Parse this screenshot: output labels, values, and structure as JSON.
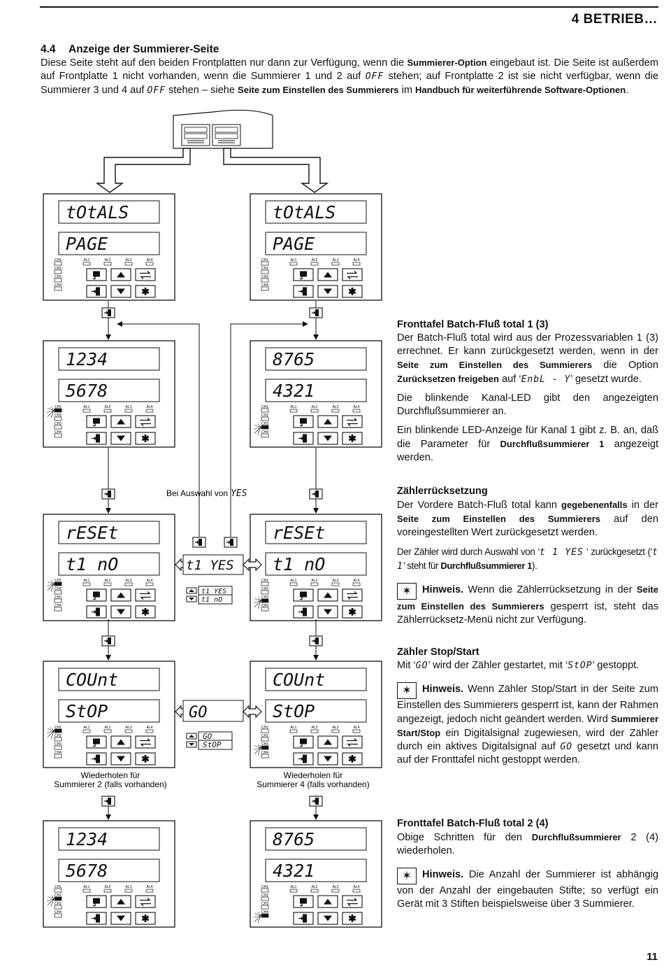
{
  "header": {
    "title": "4  BETRIEB…"
  },
  "section": {
    "number": "4.4",
    "title": "Anzeige der Summierer-Seite"
  },
  "intro": {
    "p1": "Diese Seite steht auf den beiden Frontplatten nur dann zur Verfügung, wenn die ",
    "b1": "Summierer-Option",
    "p2": " eingebaut ist. Die Seite ist außerdem auf Frontplatte 1 nicht vorhanden, wenn die Summierer 1 und 2 auf ",
    "m1": "OFF",
    "p3": " stehen; auf Frontplatte 2 ist sie nicht verfügbar, wenn die Summierer 3 und 4 auf ",
    "m2": "OFF",
    "p4": " stehen – siehe ",
    "b2": "Seite zum Einstellen des Summierers",
    "p5": " im ",
    "b3": "Handbuch für weiterführende Software-Optionen",
    "p6": "."
  },
  "diagram": {
    "totals_top": "tOtALS",
    "totals_bottom": "PAGE",
    "left_val_top": "1234",
    "left_val_bottom": "5678",
    "right_val_top": "8765",
    "right_val_bottom": "4321",
    "reset_top": "rESEt",
    "reset_bottom": "t1  nO",
    "reset_middle": "t1 YES",
    "reset_opt1": "t1 YES",
    "reset_opt2": "t1 nO",
    "count_top": "COUnt",
    "count_bottom": "StOP",
    "count_middle": "GO",
    "count_opt1": "GO",
    "count_opt2": "StOP",
    "yes_label": "Bei Auswahl von",
    "yes_code": "YES",
    "repeat_left": [
      "Wiederholen für",
      "Summierer 2 (falls vorhanden)"
    ],
    "repeat_right": [
      "Wiederholen für",
      "Summierer 4 (falls vorhanden)"
    ],
    "led_labels": [
      "CH1",
      "CH2",
      "CH3",
      "CH4"
    ],
    "alarm_labels": [
      "AL1",
      "AL2",
      "AL3",
      "AL4"
    ]
  },
  "right": {
    "s1_title": "Fronttafel Batch-Fluß total 1 (3)",
    "s1_p1a": "Der Batch-Fluß total wird aus der Prozessvariablen 1 (3) errechnet. Er kann zurückgesetzt werden, wenn in der ",
    "s1_p1b": "Seite zum Einstellen des Summierers",
    "s1_p1c": " die Option ",
    "s1_p1d": "Zurücksetzen freigeben",
    "s1_p1e": " auf ‘",
    "s1_p1m": "EnbL - Y",
    "s1_p1f": "’ gesetzt wurde.",
    "s1_p2": "Die blinkende Kanal-LED gibt den angezeigten Durchflußsummierer an.",
    "s1_p3a": "Ein blinkende LED-Anzeige für Kanal 1 gibt z. B. an, daß die Parameter für ",
    "s1_p3b": "Durchflußsummierer 1",
    "s1_p3c": " angezeigt werden.",
    "s2_title": "Zählerrücksetzung",
    "s2_p1a": "Der Vordere Batch-Fluß total kann ",
    "s2_p1b": "gegebenenfalls",
    "s2_p1c": " in der ",
    "s2_p1d": "Seite zum Einstellen des Summierers",
    "s2_p1e": " auf den voreingestellten Wert zurückgesetzt werden.",
    "s2_p2a": "Der Zähler wird durch Auswahl von ‘",
    "s2_p2m": "t 1 YES",
    "s2_p2b": " ‘ zurückgesetzt (‘",
    "s2_p2m2": "t 1",
    "s2_p2c": "’ steht für ",
    "s2_p2d": "Durchflußsummierer 1",
    "s2_p2e": ").",
    "s2_note_b": "Hinweis.",
    "s2_note_a": " Wenn die Zählerrücksetzung in der ",
    "s2_note_c": "Seite zum Einstellen des Summierers",
    "s2_note_d": " gesperrt ist, steht das Zählerrücksetz-Menü nicht zur Verfügung.",
    "s3_title": "Zähler Stop/Start",
    "s3_p1a": "Mit ‘",
    "s3_p1m": "GO",
    "s3_p1b": "’ wird der Zähler gestartet, mit ‘",
    "s3_p1m2": "StOP",
    "s3_p1c": "’ gestoppt.",
    "s3_note_b": "Hinweis.",
    "s3_note_a": " Wenn Zähler Stop/Start in der Seite zum Einstellen des Summierers gesperrt ist, kann der Rahmen angezeigt, jedoch nicht geändert werden. Wird ",
    "s3_note_c": "Summierer Start/Stop",
    "s3_note_d": " ein Digitalsignal zugewiesen, wird der Zähler durch ein aktives Digitalsignal auf ",
    "s3_note_m": "GO",
    "s3_note_e": " gesetzt und kann auf der Fronttafel nicht gestoppt werden.",
    "s4_title": "Fronttafel Batch-Fluß total 2 (4)",
    "s4_p1a": "Obige Schritten für den ",
    "s4_p1b": "Durchflußsummierer",
    "s4_p1c": " 2 (4) wiederholen.",
    "s4_note_b": "Hinweis.",
    "s4_note_a": " Die Anzahl der Summierer ist abhängig von der Anzahl der eingebauten Stifte; so verfügt ein Gerät mit 3 Stiften beispielsweise über 3 Summierer."
  },
  "page_number": "11"
}
